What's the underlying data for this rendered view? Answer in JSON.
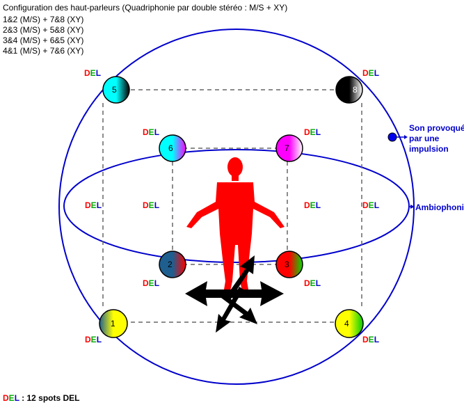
{
  "header": {
    "title": "Configuration des haut-parleurs (Quadriphonie par double stéréo : M/S + XY)",
    "lines": [
      "1&2 (M/S) + 7&8 (XY)",
      "2&3 (M/S) + 5&8 (XY)",
      "3&4 (M/S) + 6&5 (XY)",
      "4&1 (M/S) + 7&6 (XY)"
    ]
  },
  "del": {
    "d": "D",
    "e": "E",
    "l": "L"
  },
  "speakers": [
    {
      "num": "5"
    },
    {
      "num": "8"
    },
    {
      "num": "6"
    },
    {
      "num": "7"
    },
    {
      "num": "2"
    },
    {
      "num": "3"
    },
    {
      "num": "1"
    },
    {
      "num": "4"
    }
  ],
  "labels": {
    "impulse": [
      "Son provoqué",
      "par une",
      "impulsion"
    ],
    "ambiophonie": "Ambiophonie"
  },
  "legend": {
    "d": "D",
    "e": "E",
    "l": "L",
    "text": " : 12 spots DEL"
  },
  "colors": {
    "blue": "#0000cc",
    "red": "#ff0000",
    "green": "#00aa00",
    "cyan": "#00ffff",
    "magenta": "#ff00ff",
    "yellow": "#ffff00",
    "dark_blue": "#1f5f8f",
    "black": "#000000"
  }
}
